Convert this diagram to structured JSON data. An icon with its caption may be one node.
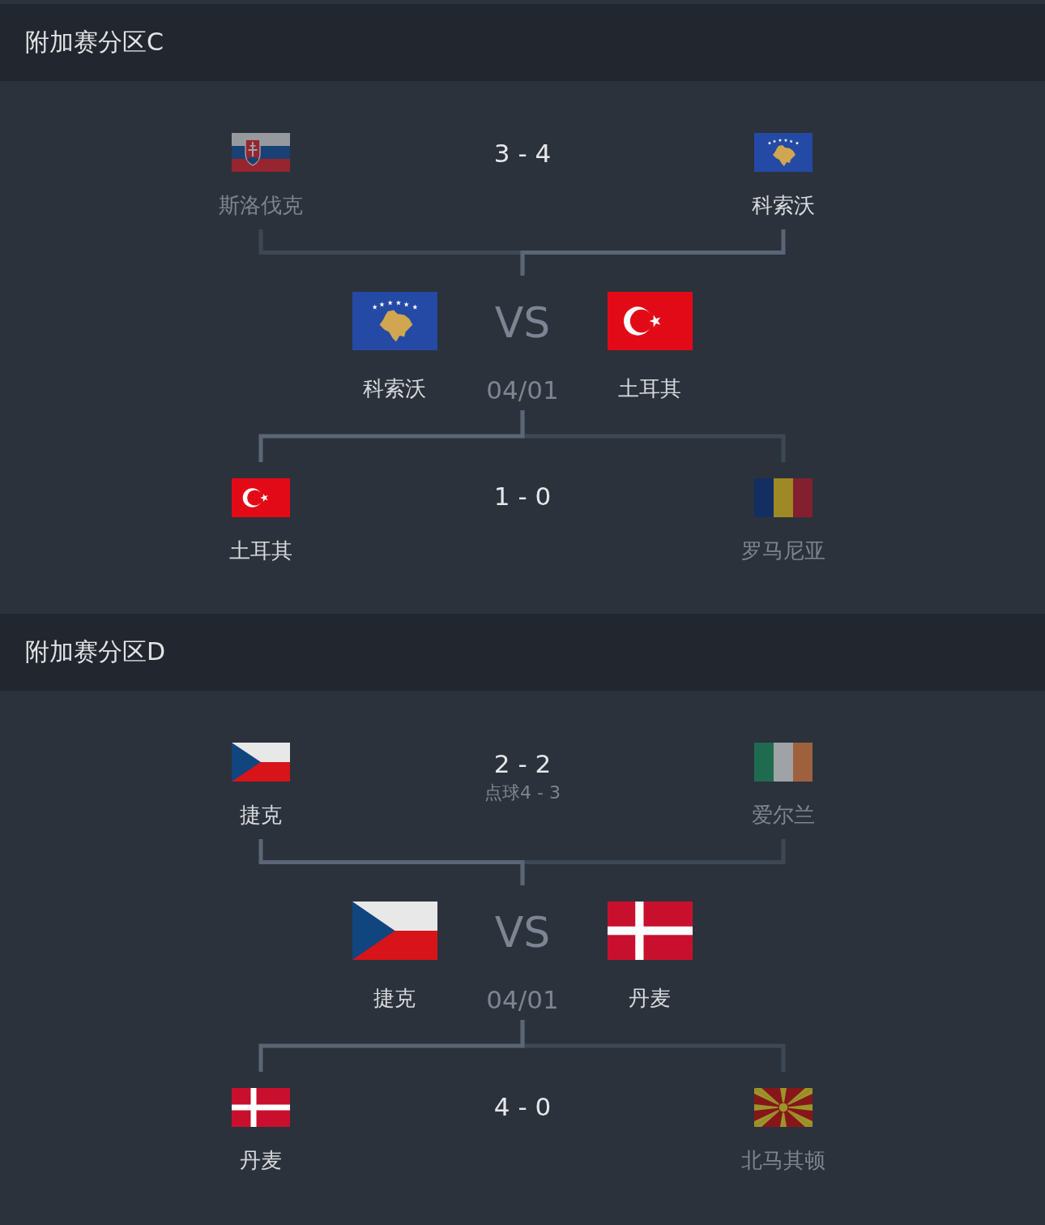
{
  "diagram": {
    "nodes": [
      {
        "text": [
          "附加赛分区C"
        ]
      },
      {
        "text": [
          "斯洛伐克"
        ],
        "in": 0
      },
      {
        "text": [
          "科索沃"
        ],
        "in": 0
      },
      {
        "text": [
          "科索沃"
        ],
        "in": 0
      },
      {
        "text": [
          "VS",
          "04/01"
        ],
        "in": 0
      },
      {
        "text": [
          "土耳其"
        ],
        "in": 0
      },
      {
        "text": [
          "土耳其"
        ],
        "in": 0
      },
      {
        "text": [
          "罗马尼亚"
        ],
        "in": 0
      },
      {
        "text": [
          "附加赛分区D"
        ]
      },
      {
        "text": [
          "捷克"
        ],
        "in": 8
      },
      {
        "text": [
          "爱尔兰"
        ],
        "in": 8
      },
      {
        "text": [
          "捷克"
        ],
        "in": 8
      },
      {
        "text": [
          "VS",
          "04/01"
        ],
        "in": 8
      },
      {
        "text": [
          "丹麦"
        ],
        "in": 8
      },
      {
        "text": [
          "丹麦"
        ],
        "in": 8
      },
      {
        "text": [
          "北马其顿"
        ],
        "in": 8
      }
    ],
    "edges": [
      {
        "from": 1,
        "to": 4,
        "arrow": "none",
        "color": "#3e4854"
      },
      {
        "from": 2,
        "to": 4,
        "arrow": "none"
      },
      {
        "from": 4,
        "to": 6,
        "arrow": "none"
      },
      {
        "from": 4,
        "to": 7,
        "arrow": "none",
        "color": "#3e4854"
      },
      {
        "from": 9,
        "to": 12,
        "arrow": "none"
      },
      {
        "from": 10,
        "to": 12,
        "arrow": "none",
        "color": "#3e4854"
      },
      {
        "from": 12,
        "to": 14,
        "arrow": "none"
      },
      {
        "from": 12,
        "to": 15,
        "arrow": "none",
        "color": "#3e4854"
      }
    ],
    "labels": [
      "3 - 4",
      "1 - 0",
      "2 - 2",
      "点球4 - 3",
      "4 - 0"
    ]
  }
}
